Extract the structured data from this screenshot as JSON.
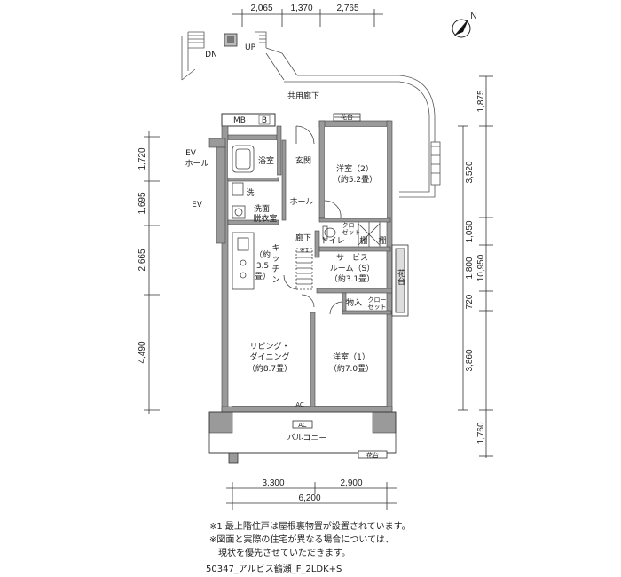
{
  "dims_top": [
    "2,065",
    "1,370",
    "2,765"
  ],
  "dims_bottom": [
    "3,300",
    "2,900",
    "6,200"
  ],
  "dims_left": [
    "1,720",
    "1,695",
    "2,665",
    "4,490"
  ],
  "dims_right": [
    "1,875",
    "3,520",
    "1,050",
    "1,800",
    "720",
    "3,860",
    "1,760"
  ],
  "dims_right_total": "10,950",
  "labels": {
    "dn": "DN",
    "up": "UP",
    "corridor": "共用廊下",
    "flower_bed": "花台",
    "mb": "MB",
    "b": "B",
    "ev_hall_1": "EV",
    "ev_hall_2": "ホール",
    "ev": "EV",
    "bath": "浴室",
    "entrance": "玄関",
    "western2_1": "洋室（2）",
    "western2_2": "（約5.2畳）",
    "wash": "洗",
    "hall": "ホール",
    "washroom_1": "洗面",
    "washroom_2": "脱衣室",
    "closet1": "クロー",
    "closet2": "ゼット",
    "toilet": "トイレ",
    "shelf": "棚",
    "kitchen_1": "キ",
    "kitchen_2": "ッ",
    "kitchen_3": "チ",
    "kitchen_4": "ン",
    "kitchen_size_1": "（約",
    "kitchen_size_2": "3.5",
    "kitchen_size_3": "畳）",
    "hallway": "廊下",
    "note_mark": "※1",
    "service_1": "サービス",
    "service_2": "ルーム（S）",
    "service_3": "（約3.1畳）",
    "flower_bed_side": "花台",
    "storage": "物入",
    "living_1": "リビング・",
    "living_2": "ダイニング",
    "living_3": "（約8.7畳）",
    "western1_1": "洋室（1）",
    "western1_2": "（約7.0畳）",
    "ac": "AC",
    "balcony": "バルコニー",
    "flower_bed_bottom": "花台"
  },
  "compass": "N",
  "notes": [
    "※1  最上階住戸は屋根裏物置が設置されています。",
    "※図面と実際の住宅が異なる場合については、",
    "　現状を優先させていただきます。"
  ],
  "plan_code": "50347_アルビス鶴瀬_F_2LDK+S"
}
